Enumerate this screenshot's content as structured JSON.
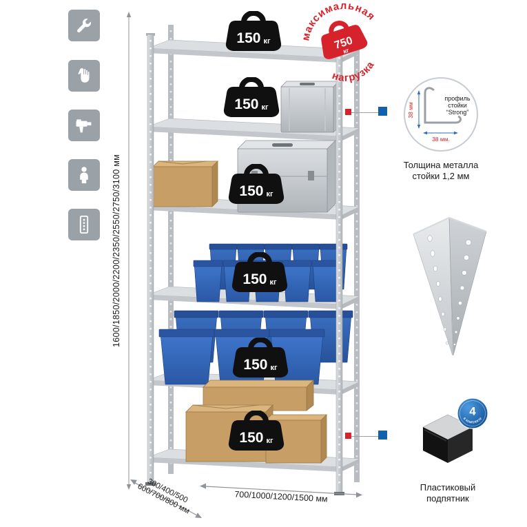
{
  "colors": {
    "accent_red": "#d6232b",
    "accent_blue": "#1261ad",
    "icon_bg": "#9aa1a7",
    "weight_black": "#101010",
    "bin_blue": "#2f63b6",
    "box_brown": "#c79e66",
    "metal_gray": "#c6cacf"
  },
  "side_icons": [
    {
      "icon": "wrench-icon"
    },
    {
      "icon": "gloves-icon"
    },
    {
      "icon": "drill-icon"
    },
    {
      "icon": "person-icon"
    },
    {
      "icon": "rack-profile-icon"
    }
  ],
  "height_dim": {
    "label": "1600/1850/2000/2200/2350/2550/2750/3100 мм"
  },
  "rack": {
    "shelves": 6,
    "shelf_load_value": "150",
    "shelf_load_unit": "кг"
  },
  "stamp": {
    "arc_top": "максимальная",
    "arc_bottom": "нагрузка",
    "value": "750",
    "unit": "кг"
  },
  "profile_callout": {
    "line1": "профиль",
    "line2": "стойки",
    "line3": "“Strong”",
    "dim_vertical": "38 мм",
    "dim_horizontal": "38 мм.",
    "caption1": "Толщина металла",
    "caption2": "стойки 1,2 мм"
  },
  "foot_callout": {
    "badge_value": "4",
    "badge_arc": "в комплекте",
    "caption1": "Пластиковый",
    "caption2": "подпятник"
  },
  "width_dim": {
    "label": "700/1000/1200/1500 мм"
  },
  "depth_dim": {
    "line1": "300/400/500",
    "line2": "600/700/800 мм"
  }
}
